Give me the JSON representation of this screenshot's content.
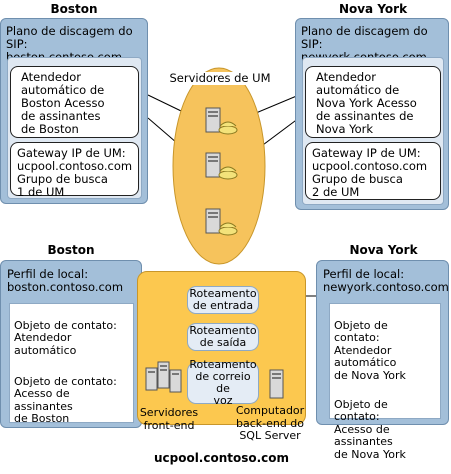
{
  "sip_boston": {
    "title": "Boston",
    "label": "Plano de discagem do SIP:\nboston.contoso.com",
    "card1": "Atendedor\nautomático de\nBoston Acesso\nde assinantes\nde Boston",
    "card2": "Gateway IP de UM:\nucpool.contoso.com\nGrupo de busca\n1 de UM"
  },
  "sip_newyork": {
    "title": "Nova York",
    "label": "Plano de discagem do SIP:\nnewyork.contoso.com",
    "card1": "Atendedor\nautomático de\nNova York Acesso\nde assinantes de\nNova York",
    "card2": "Gateway IP de UM:\nucpool.contoso.com\nGrupo de busca\n2 de UM"
  },
  "um_servers": {
    "label": "Servidores de UM"
  },
  "loc_boston": {
    "title": "Boston",
    "label": "Perfil de local:\nboston.contoso.com",
    "contact1": "Objeto de contato:\nAtendedor\nautomático",
    "contact2": "Objeto de contato:\nAcesso de\nassinantes\nde Boston"
  },
  "loc_newyork": {
    "title": "Nova York",
    "label": "Perfil de local:\nnewyork.contoso.com",
    "contact1": "Objeto de contato:\nAtendedor\nautomático\nde Nova York",
    "contact2": "Objeto de contato:\nAcesso de\nassinantes\nde Nova York"
  },
  "pool": {
    "routing_in": "Roteamento\nde entrada",
    "routing_out": "Roteamento\nde saída",
    "routing_voicemail": "Roteamento\nde correio de\nvoz",
    "frontend_caption": "Servidores\nfront-end",
    "backend_caption": "Computador\nback-end do\nSQL Server",
    "name": "ucpool.contoso.com"
  },
  "colors": {
    "panel": "#a3bfd9",
    "pool": "#fcc84f",
    "ellipse": "#f6c35c"
  }
}
